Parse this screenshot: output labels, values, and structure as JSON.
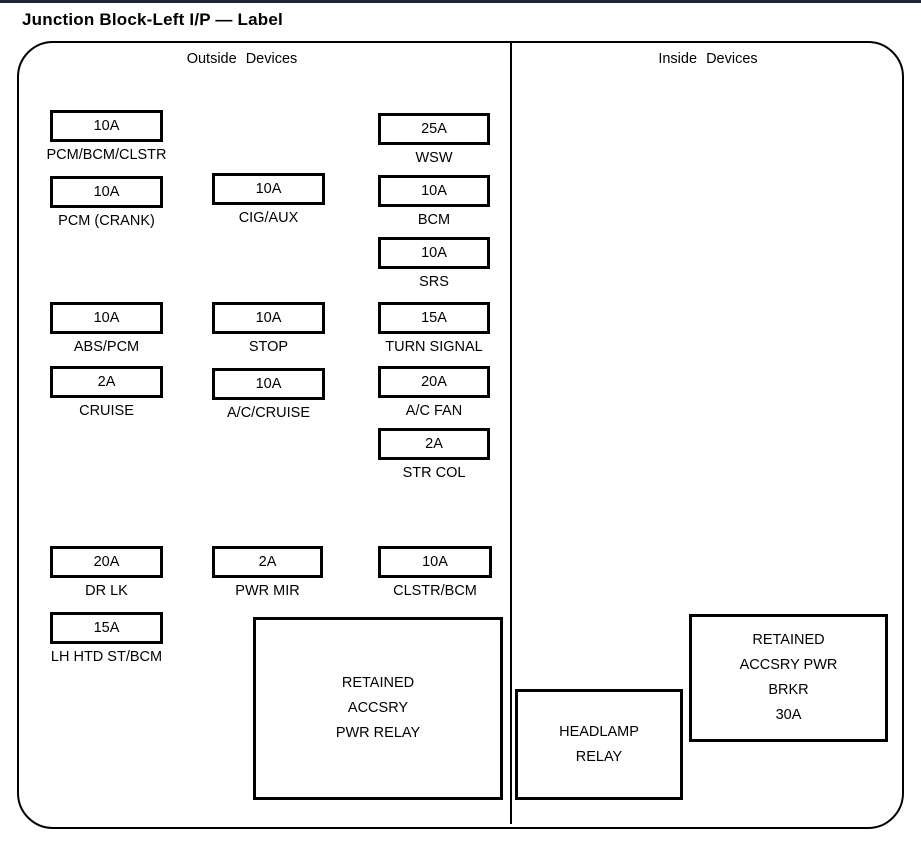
{
  "title": "Junction Block-Left I/P — Label",
  "sections": {
    "outside": "Outside Devices",
    "inside": "Inside Devices"
  },
  "fuses": [
    {
      "amp": "10A",
      "label": "PCM/BCM/CLSTR"
    },
    {
      "amp": "10A",
      "label": "PCM (CRANK)"
    },
    {
      "amp": "10A",
      "label": "CIG/AUX"
    },
    {
      "amp": "25A",
      "label": "WSW"
    },
    {
      "amp": "10A",
      "label": "BCM"
    },
    {
      "amp": "10A",
      "label": "SRS"
    },
    {
      "amp": "10A",
      "label": "ABS/PCM"
    },
    {
      "amp": "10A",
      "label": "STOP"
    },
    {
      "amp": "15A",
      "label": "TURN SIGNAL"
    },
    {
      "amp": "2A",
      "label": "CRUISE"
    },
    {
      "amp": "10A",
      "label": "A/C/CRUISE"
    },
    {
      "amp": "20A",
      "label": "A/C FAN"
    },
    {
      "amp": "2A",
      "label": "STR COL"
    },
    {
      "amp": "20A",
      "label": "DR LK"
    },
    {
      "amp": "2A",
      "label": "PWR MIR"
    },
    {
      "amp": "10A",
      "label": "CLSTR/BCM"
    },
    {
      "amp": "15A",
      "label": "LH HTD ST/BCM"
    }
  ],
  "relays": {
    "retained_accsry_pwr_relay": {
      "lines": [
        "RETAINED",
        "ACCSRY",
        "PWR RELAY"
      ]
    },
    "headlamp_relay": {
      "lines": [
        "HEADLAMP",
        "RELAY"
      ]
    },
    "retained_accsry_pwr_brkr": {
      "lines": [
        "RETAINED",
        "ACCSRY PWR",
        "BRKR",
        "30A"
      ]
    }
  },
  "colors": {
    "top_bar": "#1c2630",
    "ink": "#000000",
    "background": "#ffffff"
  }
}
